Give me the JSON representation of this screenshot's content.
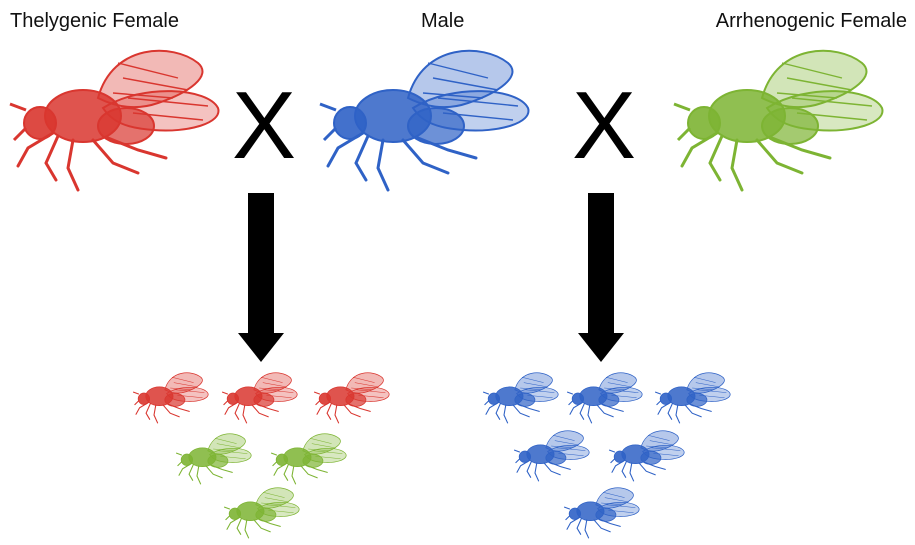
{
  "labels": {
    "thelygenic_female": "Thelygenic Female",
    "male": "Male",
    "arrhenogenic_female": "Arrhenogenic Female"
  },
  "cross_symbol": "X",
  "colors": {
    "thelygenic_female": "#d9362f",
    "male": "#2f62c6",
    "arrhenogenic_female": "#7db433",
    "arrow": "#000000"
  },
  "offspring": {
    "left": {
      "red": 3,
      "green": 3
    },
    "right": {
      "blue": 6
    }
  }
}
